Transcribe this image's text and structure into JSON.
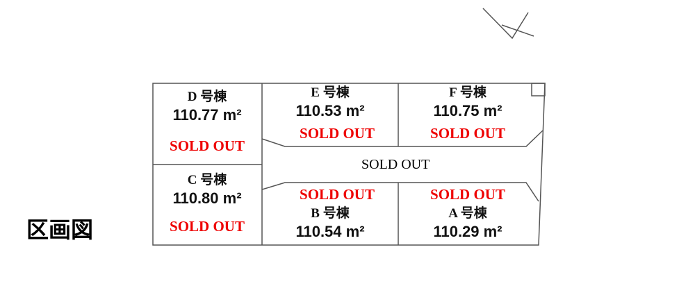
{
  "title": "区画図",
  "road_label": "SOLD OUT",
  "lots": [
    {
      "name": "D 号棟",
      "area": "110.77",
      "unit": "m²",
      "status": "SOLD OUT"
    },
    {
      "name": "E 号棟",
      "area": "110.53",
      "unit": "m²",
      "status": "SOLD OUT"
    },
    {
      "name": "F 号棟",
      "area": "110.75",
      "unit": "m²",
      "status": "SOLD OUT"
    },
    {
      "name": "C 号棟",
      "area": "110.80",
      "unit": "m²",
      "status": "SOLD OUT"
    },
    {
      "name": "B 号棟",
      "area": "110.54",
      "unit": "m²",
      "status": "SOLD OUT"
    },
    {
      "name": "A 号棟",
      "area": "110.29",
      "unit": "m²",
      "status": "SOLD OUT"
    }
  ],
  "colors": {
    "sold_out": "#e00000",
    "line": "#444444"
  }
}
